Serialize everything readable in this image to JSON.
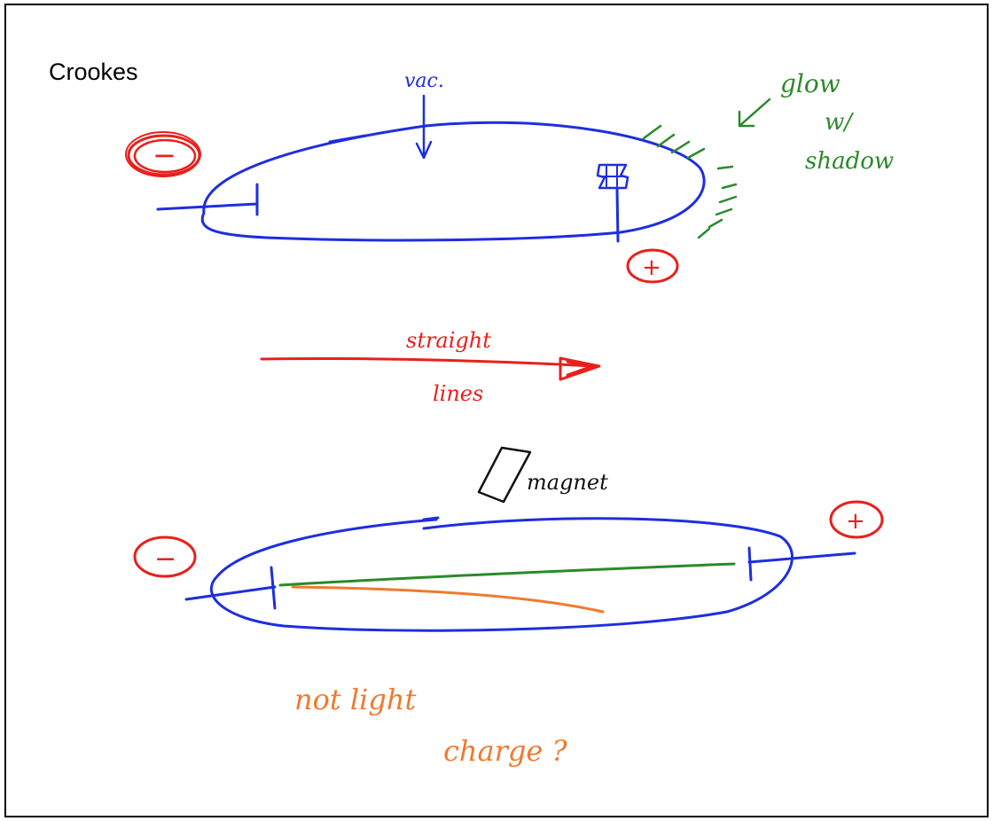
{
  "slide": {
    "title": "Crookes",
    "annotations": {
      "vac": "vac.",
      "glow": "glow",
      "with": "w/",
      "shadow": "shadow",
      "plus_top": "+",
      "minus_top": "−",
      "straight": "straight",
      "lines": "lines",
      "magnet": "magnet",
      "minus_bottom": "−",
      "plus_bottom": "+",
      "not_light": "not light",
      "charge": "charge ?"
    },
    "colors": {
      "tube": "#1e2ee0",
      "charge_sign": "#e8201c",
      "glow": "#2a8a2a",
      "beam_straight": "#2a8a2a",
      "beam_deflected": "#f07a2e",
      "magnet": "#111111",
      "orange_note": "#f07a2e"
    }
  }
}
